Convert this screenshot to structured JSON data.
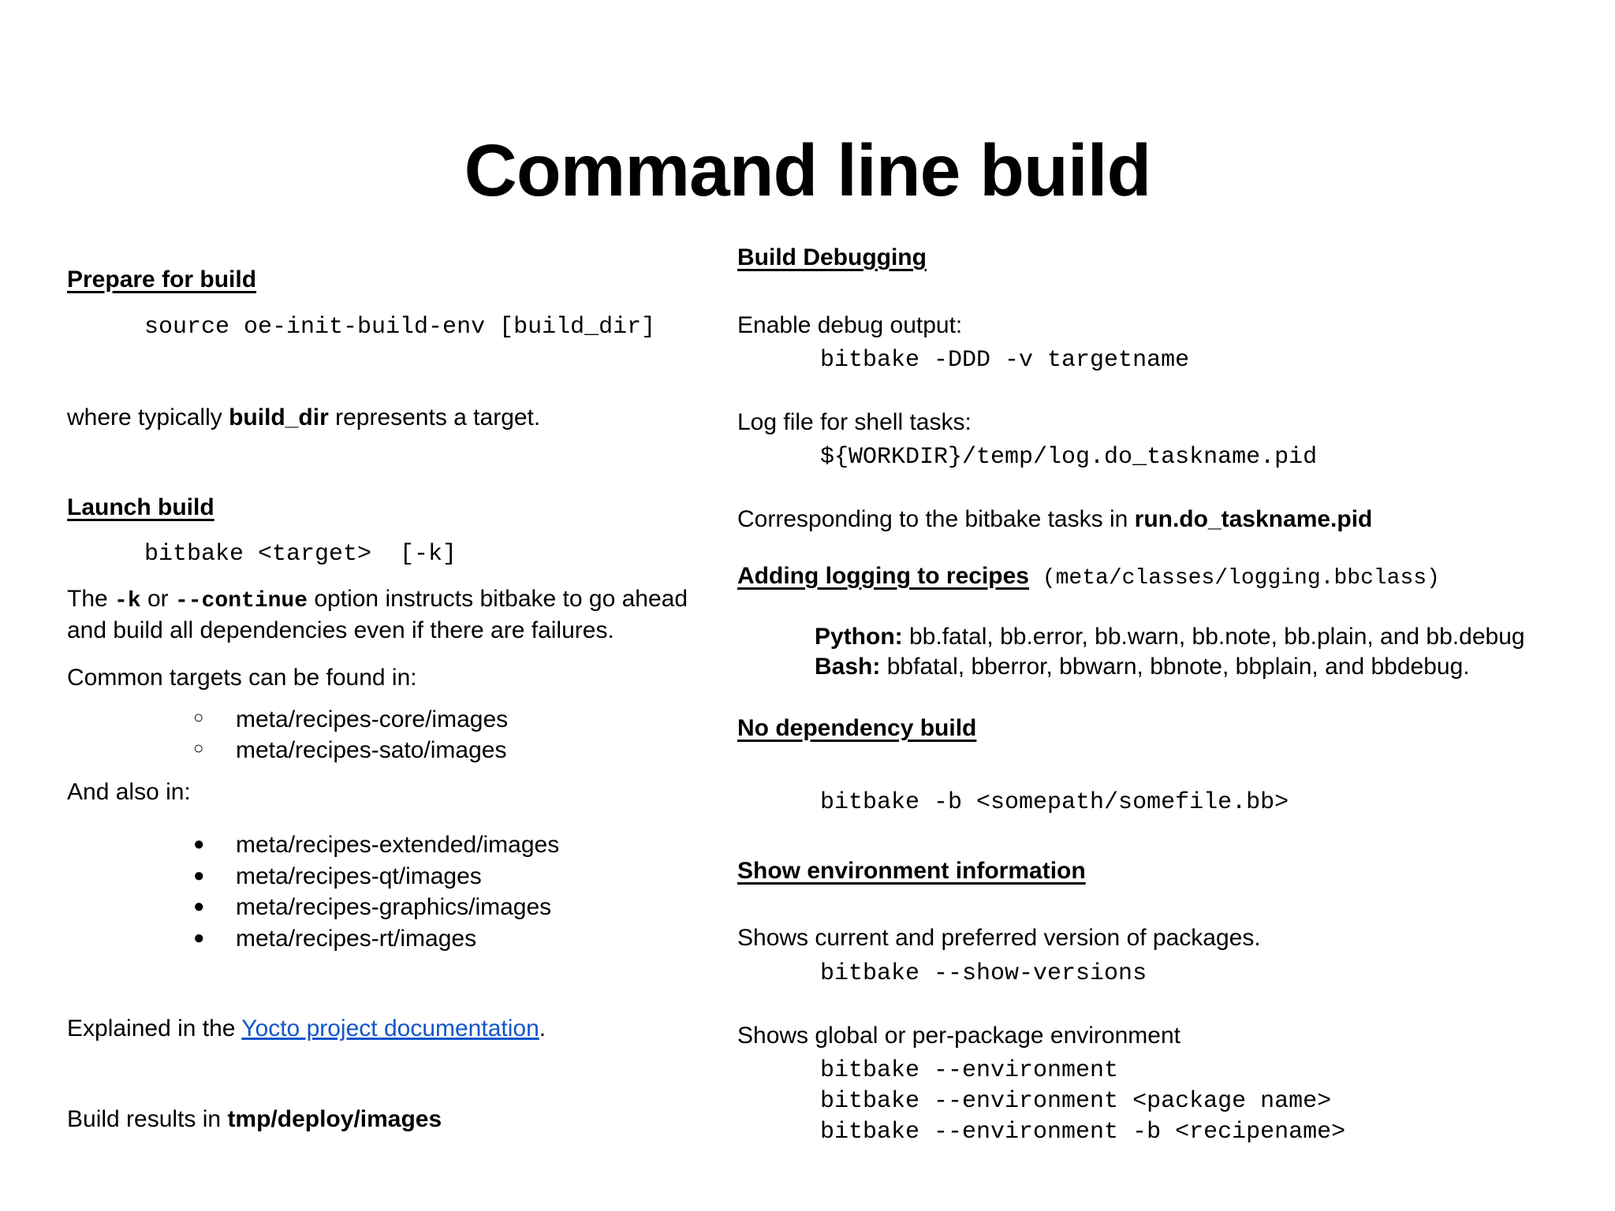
{
  "slide": {
    "title": "Command line build"
  },
  "left": {
    "prepare": {
      "heading": "Prepare for build",
      "code": "source oe-init-build-env [build_dir]",
      "note_before": "where typically ",
      "note_bold": "build_dir",
      "note_after": " represents a target."
    },
    "launch": {
      "heading": "Launch build",
      "code": "bitbake <target>  [-k]",
      "desc_1": "The ",
      "desc_code_1": "-k",
      "desc_2": " or ",
      "desc_code_2": "--continue",
      "desc_3": " option instructs bitbake to go ahead and build all dependencies even  if there are failures.",
      "common_targets_label": "Common targets can be found in:",
      "common_targets": [
        "meta/recipes-core/images",
        "meta/recipes-sato/images"
      ],
      "also_in_label": "And also in:",
      "also_in": [
        "meta/recipes-extended/images",
        "meta/recipes-qt/images",
        "meta/recipes-graphics/images",
        "meta/recipes-rt/images"
      ]
    },
    "explained": {
      "prefix": "Explained in the ",
      "link_text": "Yocto project documentation",
      "suffix": "."
    },
    "results": {
      "prefix": "Build results in ",
      "bold": "tmp/deploy/images"
    }
  },
  "right": {
    "debugging": {
      "heading": "Build Debugging",
      "enable_label": "Enable debug output:",
      "enable_code": "bitbake -DDD -v targetname",
      "log_label": "Log file for shell tasks:",
      "log_code": "${WORKDIR}/temp/log.do_taskname.pid",
      "corresponding_prefix": "Corresponding to the bitbake tasks in ",
      "corresponding_bold": "run.do_taskname.pid"
    },
    "logging": {
      "heading": "Adding logging to recipes",
      "heading_code": " (meta/classes/logging.bbclass)",
      "python_label": "Python:",
      "python_text": " bb.fatal, bb.error, bb.warn, bb.note, bb.plain, and bb.debug",
      "bash_label": "Bash:",
      "bash_text": " bbfatal, bberror, bbwarn, bbnote, bbplain, and bbdebug."
    },
    "nodep": {
      "heading": "No dependency build",
      "code": "bitbake -b <somepath/somefile.bb>"
    },
    "showenv": {
      "heading": "Show environment information",
      "versions_label": "Shows current and preferred version of packages.",
      "versions_code": "bitbake --show-versions",
      "env_label": "Shows global or per-package environment",
      "env_code_1": "bitbake --environment",
      "env_code_2": "bitbake --environment <package name>",
      "env_code_3": "bitbake --environment -b <recipename>"
    }
  },
  "markers": {
    "hollow": "○",
    "filled": "●"
  },
  "colors": {
    "text": "#000000",
    "link": "#1155cc",
    "background": "#ffffff"
  }
}
